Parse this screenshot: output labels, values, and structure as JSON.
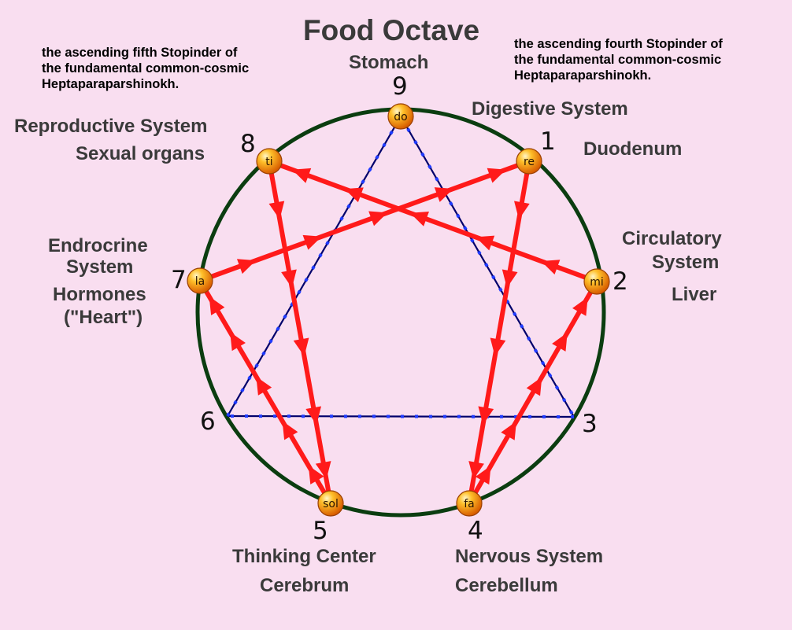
{
  "title": "Food Octave",
  "notes": {
    "left": [
      "the ascending fifth Stopinder of",
      "the fundamental common-cosmic",
      "Heptaparaparshinokh."
    ],
    "right": [
      "the ascending fourth Stopinder of",
      "the fundamental common-cosmic",
      "Heptaparaparshinokh."
    ]
  },
  "points": {
    "p9": {
      "num": "9",
      "note": "do",
      "labels": [
        "Stomach"
      ]
    },
    "p1": {
      "num": "1",
      "note": "re",
      "labels": [
        "Digestive System",
        "Duodenum"
      ]
    },
    "p2": {
      "num": "2",
      "note": "mi",
      "labels": [
        "Circulatory",
        "System",
        "Liver"
      ]
    },
    "p3": {
      "num": "3"
    },
    "p4": {
      "num": "4",
      "note": "fa",
      "labels": [
        "Nervous System",
        "Cerebellum"
      ]
    },
    "p5": {
      "num": "5",
      "note": "sol",
      "labels": [
        "Thinking Center",
        "Cerebrum"
      ]
    },
    "p6": {
      "num": "6"
    },
    "p7": {
      "num": "7",
      "note": "la",
      "labels": [
        "Endrocrine",
        "System",
        "Hormones",
        "(\"Heart\")"
      ]
    },
    "p8": {
      "num": "8",
      "note": "ti",
      "labels": [
        "Reproductive System",
        "Sexual organs"
      ]
    }
  },
  "colors": {
    "background": "#f9def0",
    "circle": "#0b3d10",
    "arrows": "#ff1a1a",
    "triangle": "#00006b",
    "triangle_dash": "#1f3bff",
    "ball": "#f08a00",
    "label_text": "#3a3a3a"
  }
}
